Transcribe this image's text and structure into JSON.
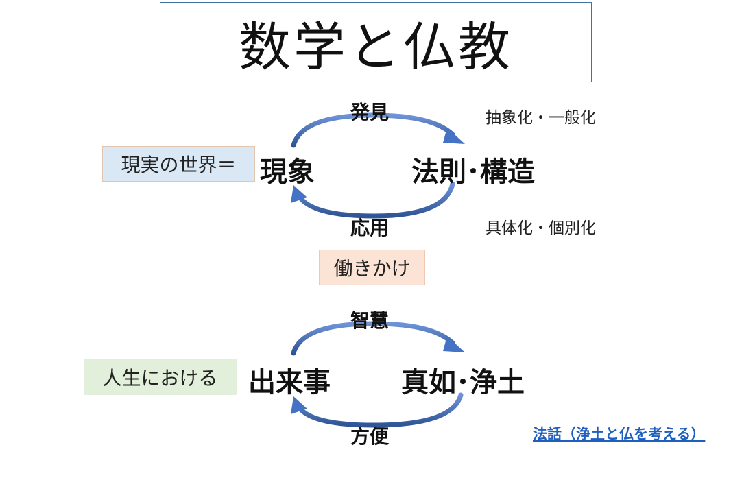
{
  "title": "数学と仏教",
  "cycle1": {
    "top_label": "発見",
    "bottom_label": "応用",
    "left_node": "現象",
    "right_node": "法則･構造",
    "note_top": "抽象化・一般化",
    "note_bottom": "具体化・個別化",
    "side_box": "現実の世界＝"
  },
  "middle_box": "働きかけ",
  "cycle2": {
    "top_label": "智慧",
    "bottom_label": "方便",
    "left_node": "出来事",
    "right_node": "真如･浄土",
    "side_box": "人生における"
  },
  "link_text": "法話（浄土と仏を考える）",
  "colors": {
    "arrow": "#4472c4",
    "title_border": "#41719c",
    "box_blue": "#dae8f5",
    "box_peach": "#fbe3d5",
    "box_green": "#e2efda",
    "link": "#1f5fbf"
  }
}
